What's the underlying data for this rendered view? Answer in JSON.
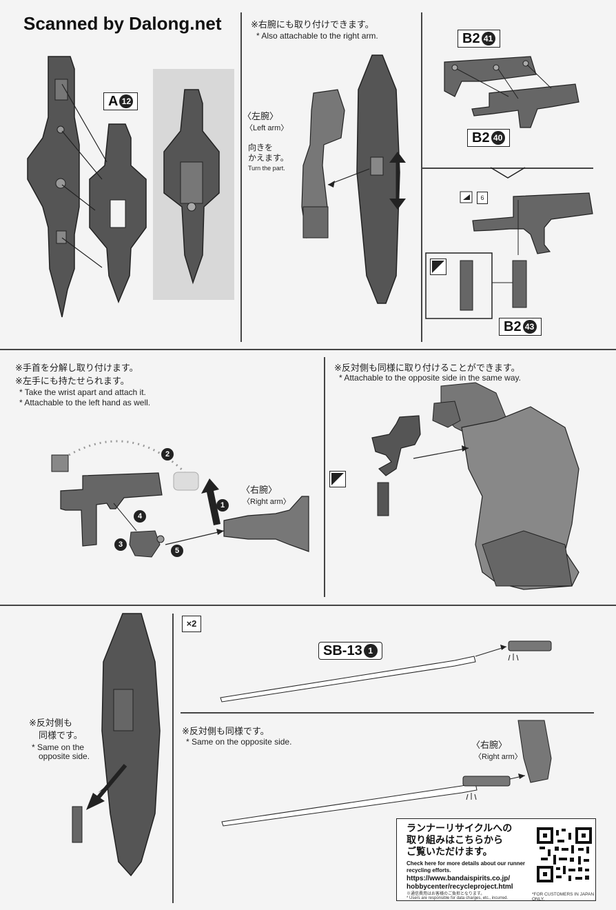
{
  "watermark": "Scanned by Dalong.net",
  "section1": {
    "part_a_label": "A",
    "part_a_num": "12",
    "note_jp": "※右腕にも取り付けできます。",
    "note_en": "* Also attachable to the right arm.",
    "left_arm_jp": "〈左腕〉",
    "left_arm_en": "〈Left arm〉",
    "turn_jp_1": "向きを",
    "turn_jp_2": "かえます。",
    "turn_en": "Turn the part.",
    "part_b2_41_label": "B2",
    "part_b2_41_num": "41",
    "part_b2_40_label": "B2",
    "part_b2_40_num": "40",
    "part_b2_43_label": "B2",
    "part_b2_43_num": "43",
    "sticker_num": "6"
  },
  "section2": {
    "note1_jp": "※手首を分解し取り付けます。",
    "note2_jp": "※左手にも持たせられます。",
    "note1_en": "* Take the wrist apart and attach it.",
    "note2_en": "* Attachable to the left hand as well.",
    "right_arm_jp": "〈右腕〉",
    "right_arm_en": "〈Right arm〉",
    "steps": [
      "1",
      "2",
      "3",
      "4",
      "5"
    ],
    "opposite_jp": "※反対側も同様に取り付けることができます。",
    "opposite_en": "* Attachable to the opposite side in the same way."
  },
  "section3": {
    "same_jp_1": "※反対側も",
    "same_jp_2": "同様です。",
    "same_en_1": "* Same on the",
    "same_en_2": "opposite side.",
    "x2": "×2",
    "sb_label": "SB-13",
    "sb_num": "1",
    "same2_jp": "※反対側も同様です。",
    "same2_en": "* Same on the opposite side.",
    "right_arm_jp": "〈右腕〉",
    "right_arm_en": "〈Right arm〉"
  },
  "recycle": {
    "jp_1": "ランナーリサイクルへの",
    "jp_2": "取り組みはこちらから",
    "jp_3": "ご覧いただけます。",
    "en_1": "Check here for more details about our runner",
    "en_2": "recycling efforts.",
    "url_1": "https://www.bandaispirits.co.jp/",
    "url_2": "hobbycenter/recycleproject.html",
    "note_1": "※通信費用はお客様のご負担となります。",
    "note_2": "* Users are responsible for data charges, etc., incurred.",
    "japan_only": "*FOR CUSTOMERS IN JAPAN ONLY."
  }
}
